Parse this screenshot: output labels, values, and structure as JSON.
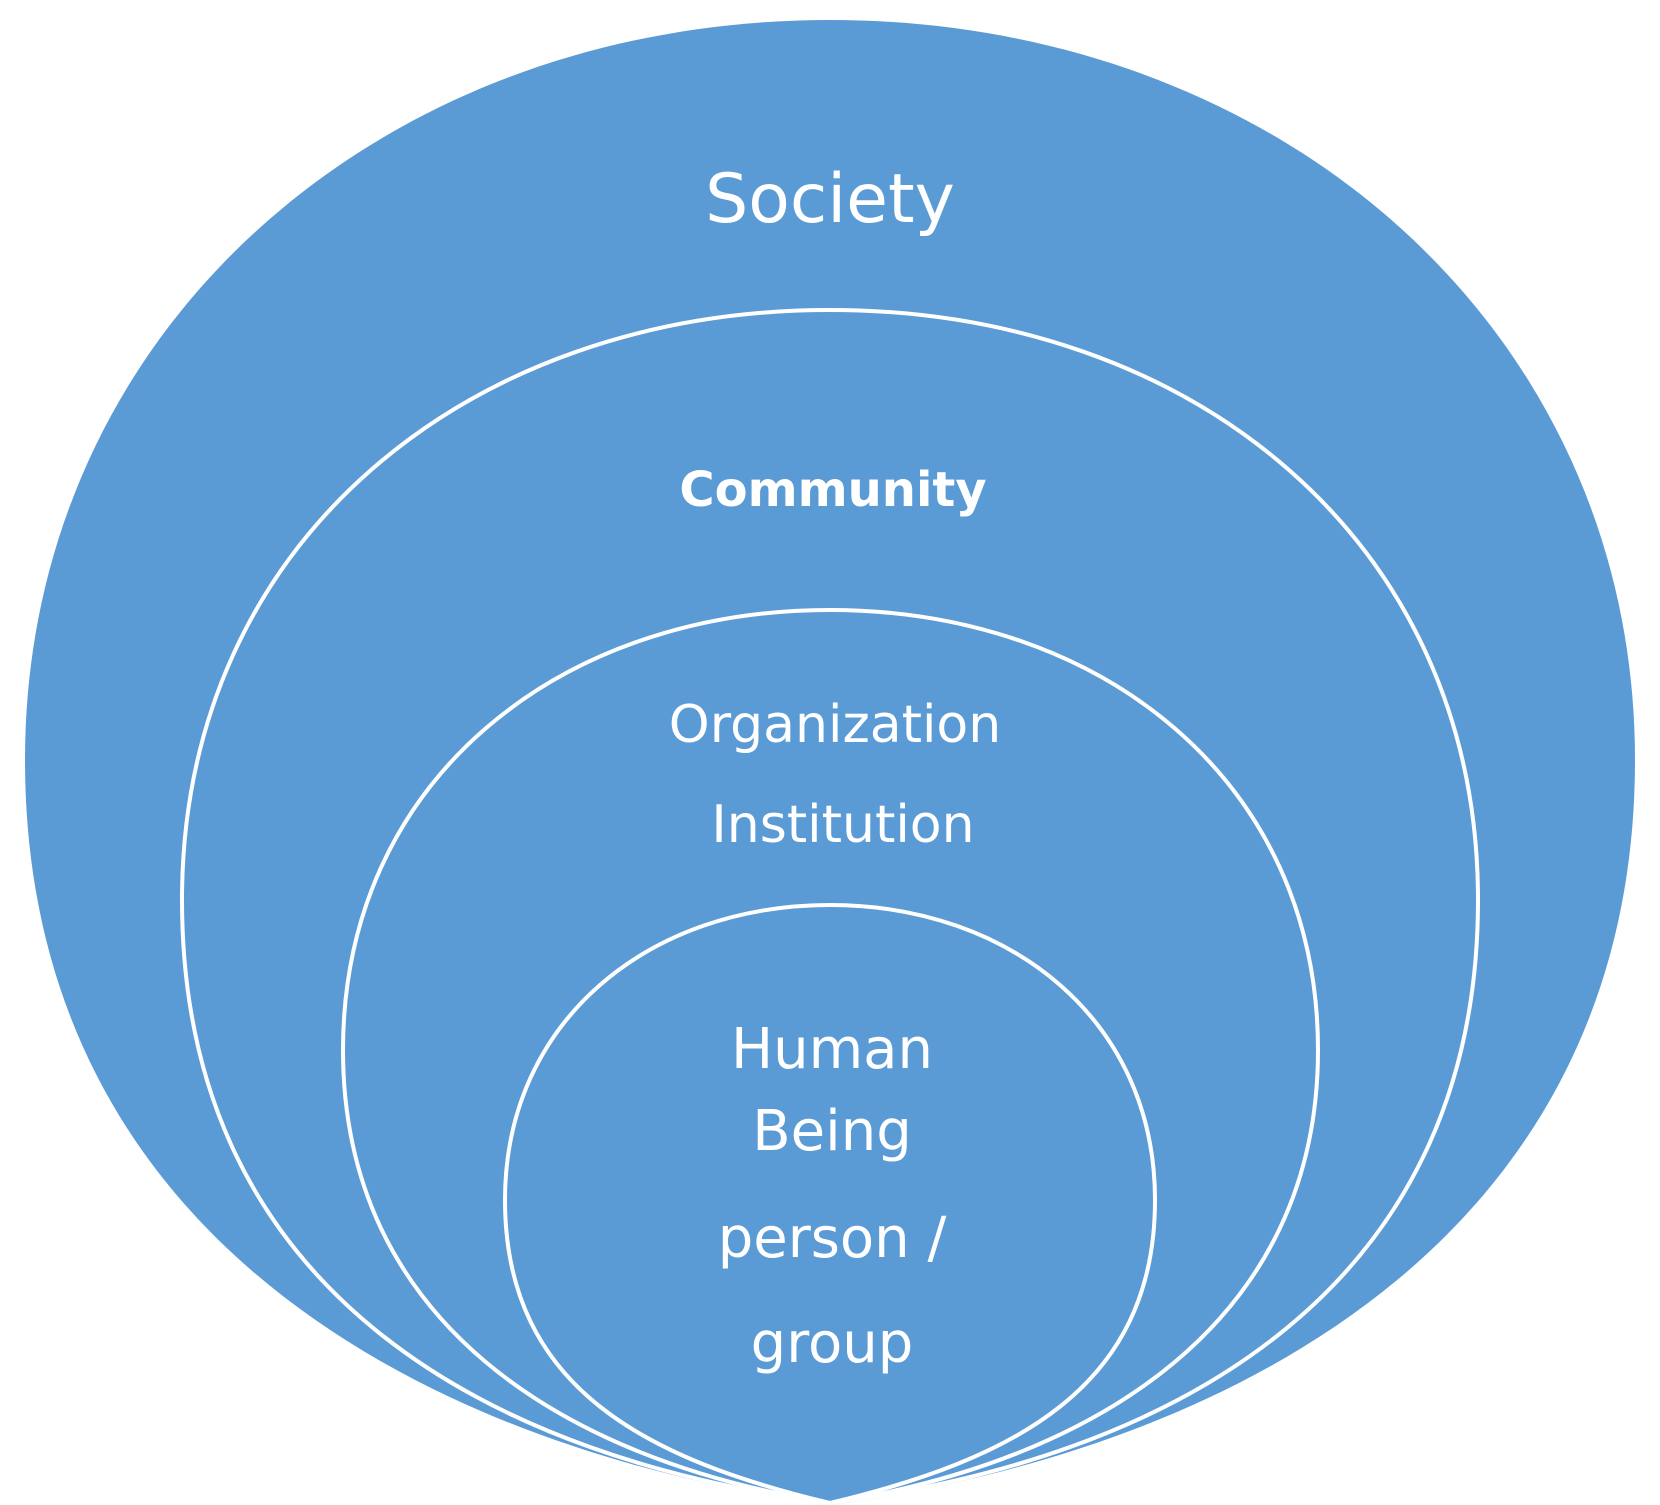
{
  "diagram": {
    "type": "nested-ellipses",
    "fill_color": "#5b9bd5",
    "outline_color": "#ffffff",
    "text_color": "#ffffff",
    "levels": [
      {
        "id": "society",
        "lines": [
          "Society"
        ]
      },
      {
        "id": "community",
        "lines": [
          "Community"
        ]
      },
      {
        "id": "organization",
        "lines": [
          "Organization",
          "Institution"
        ]
      },
      {
        "id": "human",
        "lines": [
          "Human",
          "Being",
          "person /",
          "group"
        ]
      }
    ]
  }
}
